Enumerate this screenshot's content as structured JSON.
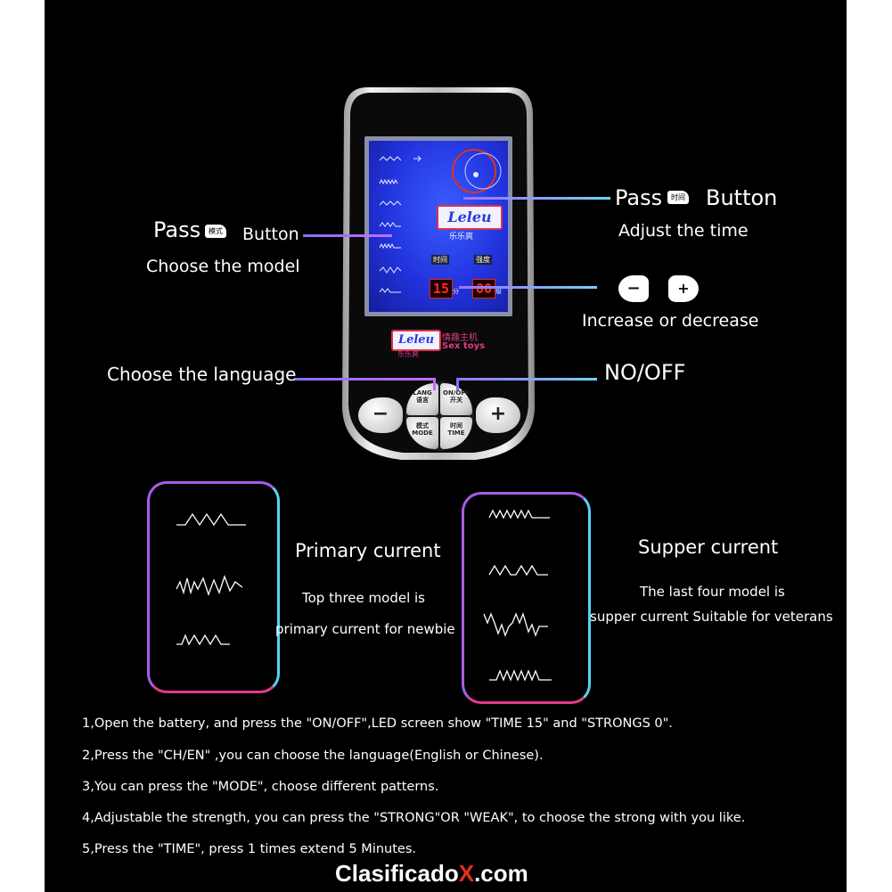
{
  "device": {
    "brand": "Leleu",
    "brand_cn": "乐乐爽",
    "subtitle_cn": "情趣主机",
    "subtitle_en": "Sex toys",
    "label_time": "时间",
    "label_strong": "强度",
    "time_value": "15",
    "time_unit": "分",
    "strength_value": "00",
    "strength_unit": "级",
    "minus_label": "−",
    "plus_label": "+",
    "lang_label": "LANG",
    "lang_cn": "语言",
    "onoff_label": "ON/OFF",
    "onoff_cn": "开关",
    "mode_label": "MODE",
    "mode_cn": "模式",
    "timebtn_label": "TIME",
    "timebtn_cn": "时间"
  },
  "callouts": {
    "pass_left_word": "Pass",
    "pass_left_tag": "模式",
    "pass_left_button": "Button",
    "pass_left_sub": "Choose the model",
    "pass_right_word": "Pass",
    "pass_right_tag": "时间",
    "pass_right_button": "Button",
    "pass_right_sub": "Adjust the time",
    "minus_icon": "−",
    "plus_icon": "+",
    "incdec": "Increase or decrease",
    "language": "Choose the language",
    "onoff": "NO/OFF"
  },
  "primary": {
    "title": "Primary current",
    "line1": "Top three model is",
    "line2": "primary current for newbie"
  },
  "supper": {
    "title": "Supper  current",
    "line1": "The last four model is",
    "line2": "supper current Suitable for veterans"
  },
  "instructions": [
    "1,Open the battery, and press the \"ON/OFF\",LED screen show \"TIME 15\" and \"STRONGS 0\".",
    "2,Press the \"CH/EN\" ,you can choose the language(English or Chinese).",
    "3,You can press the \"MODE\", choose different patterns.",
    "4,Adjustable the strength, you can press the \"STRONG\"OR \"WEAK\", to choose the strong with you like.",
    "5,Press the \"TIME\", press 1 times extend 5 Minutes."
  ],
  "watermark": {
    "part1": "Clasificado",
    "part2": "X",
    "part3": ".com"
  },
  "colors": {
    "pink": "#e03a8a",
    "cyan": "#55d4f0",
    "purple": "#9a6bff",
    "red": "#e2301e"
  }
}
